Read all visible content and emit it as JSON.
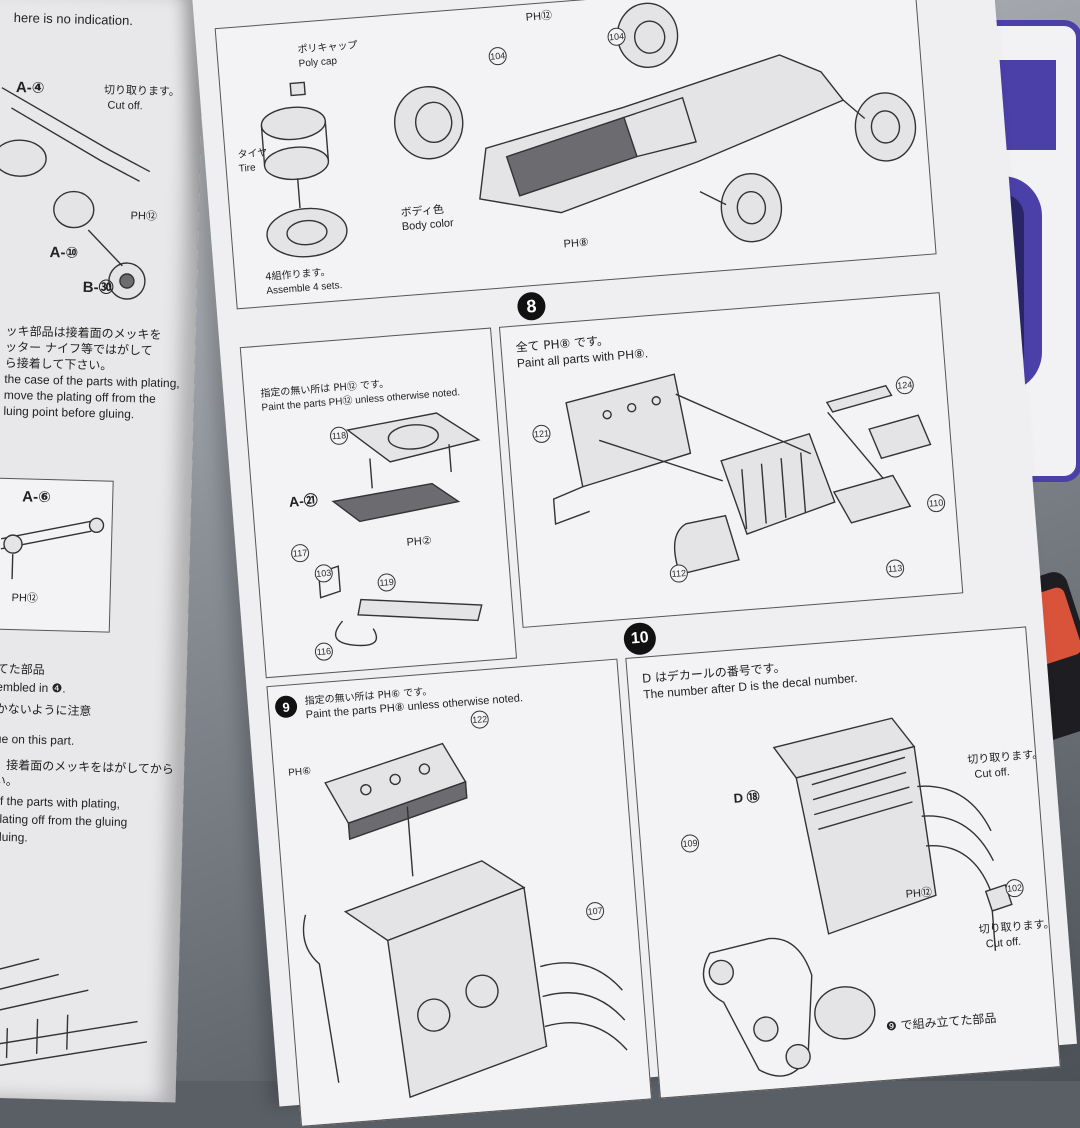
{
  "left_page": {
    "top_note": "here is no indication.",
    "cut_off_jp": "切り取ります。",
    "cut_off_en": "Cut off.",
    "part_a4": "A-④",
    "part_a10": "A-⑩",
    "part_b30": "B-㉚",
    "ph12": "PH⑫",
    "plating_lines": [
      "ッキ部品は接着面のメッキを",
      "ッター ナイフ等ではがして",
      "ら接着して下さい。",
      "the case of the parts with plating,",
      "move the plating off from the",
      "luing point before gluing."
    ],
    "part_a6": "A-⑥",
    "ph12_b": "PH⑫",
    "lower_lines": [
      "てた部品",
      "embled in ❹.",
      "かないように注意",
      "ue on this part.",
      "、接着面のメッキをはがしてから",
      "い。",
      "of the parts with plating,",
      "plating off from the gluing",
      "gluing."
    ]
  },
  "right_page": {
    "step7_label": {
      "poly_cap_jp": "ポリキャップ",
      "poly_cap_en": "Poly cap",
      "tire_jp": "タイヤ",
      "tire_en": "Tire",
      "assemble_jp": "4組作ります。",
      "assemble_en": "Assemble 4 sets.",
      "body_color_jp": "ボディ色",
      "body_color_en": "Body color",
      "ph12": "PH⑫",
      "ph8": "PH⑧",
      "c104a": "104",
      "c104b": "104"
    },
    "step8": {
      "number": "8",
      "line_jp": "全て PH⑧ です。",
      "line_en": "Paint all parts with PH⑧.",
      "c121": "121",
      "c124": "124",
      "c110": "110",
      "c112": "112",
      "c113": "113"
    },
    "step_left_mid": {
      "line_jp": "指定の無い所は PH⑫ です。",
      "line_en": "Paint the parts PH⑫ unless otherwise noted.",
      "c118": "118",
      "a21": "A-㉑",
      "ph2": "PH②",
      "c117": "117",
      "c103": "103",
      "c119": "119",
      "c116": "116"
    },
    "step9": {
      "number": "9",
      "line_jp": "指定の無い所は PH⑥ です。",
      "line_en": "Paint the parts PH⑧ unless otherwise noted.",
      "c122": "122",
      "ph6": "PH⑥",
      "c107": "107"
    },
    "step10": {
      "number": "10",
      "line_jp": "D はデカールの番号です。",
      "line_en": "The number after D is the decal number.",
      "decal": "D ⑱",
      "c109": "109",
      "c102": "102",
      "ph12": "PH⑫",
      "cut_jp_1": "切り取ります。",
      "cut_en_1": "Cut off.",
      "cut_jp_2": "切り取ります。",
      "cut_en_2": "Cut off.",
      "bottom_jp": "❾ で組み立てた部品"
    }
  }
}
